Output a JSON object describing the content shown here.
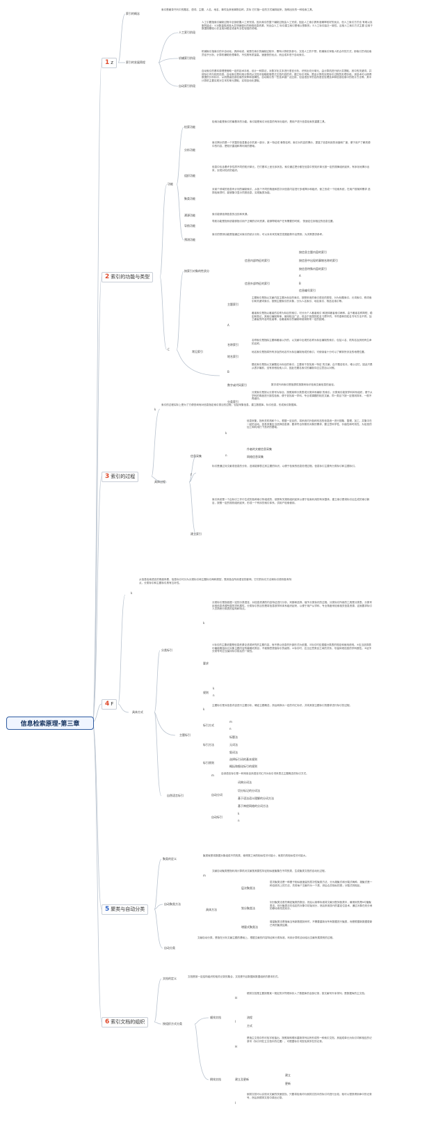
{
  "root": "信息检索原理-第三章",
  "topics": [
    {
      "num": "1",
      "label": "z"
    },
    {
      "num": "2",
      "label": "索引的功能与类型"
    },
    {
      "num": "3",
      "label": "索引的过程"
    },
    {
      "num": "4",
      "label": "F"
    },
    {
      "num": "5",
      "label": "聚类与自动分类"
    },
    {
      "num": "6",
      "label": "索引文档的组织"
    }
  ],
  "t1": {
    "concept": "索引的概念",
    "concept_text": "索引是著录书刊中的题名、语词、主题、人名、地名、事件及其他事物名称，并标 它们指一定的方式编排起来，指明出处的一种检索工具。",
    "history": "索引的发展简程",
    "manual": "人工索引阶段",
    "manual_text": "人工引题指索引编制过程中全部依靠人工来完成。因为索引的整个编制过程由人工完成，因此人工索引具有准确率较好的优点，但人工索引方式也 有难以克服的缺点：①对数量极其庞大并快速增长的网络信息资源，完全由人工 标引建立索引是难以想象的；②人工标引缺乏一致性，且相人工索引方式主要 应用于数据规模较小并且相对稳定或者专业性较强的领域。",
    "machine": "机辅索引阶段",
    "machine_text": "机辅索引指索引的半自动化。具体地说，就是在索引的编制过程中，需有计算机的参与。文档人工的干预，机辅索引采取人机合作的方式，即索引员向检索员给予分析，计算机辅助处理事务，不仅具有质量高，速度快的优点，而且成本低于自动索引。",
    "auto": "自动索引阶段",
    "auto_text": "自动索引的基本原理是借助一定的技术手段，设计一种算法，对数字化文本进行语言分析、识别出切分单元，由计算机进行统计并提取，其中的关键词，并将标引词与相关信息。自动索引是利用计算机从文档中抽取能够表达文档内容的词，建立标引词库，是由计算机实现标引过程的处理手段。该技术可以使得数据的分析标引，从而提高信息检索的效率和准确性。自动索引的一些技术被广泛应用，包括语言学的自然语言处理技术和信息检索中的统计方法等，其中计算机主要实现对文本的单元提取，实现自动化提取。"
  },
  "t2": {
    "func": "功能",
    "func_items": [
      {
        "label": "检索功能",
        "text": "检索功能是索引的最基本的功能。索引能是索引对信息的有序化组织，是用户进行信息检索的重要工具。"
      },
      {
        "label": "分析功能",
        "text": "索引揭示的是一个完整的信息集合中的某一部分，某一特征或 事物名称。索引对内容的揭示，提高了信息利用的深度和广度，便于用户了解资源中的内容，是知识重组和再利用的基础。"
      },
      {
        "label": "组织功能",
        "text": "信息中包含着许多性质不同的知识单元，它们基本上呈无序状态。索引通过把分散在信息中的知识单元按一定的规律组织起来，有序化地揭示出来，实现对知识的组织。"
      },
      {
        "label": "聚类功能",
        "text": "对某个领域的信息有计划的编制索引，从各个不同的角度和层次对信息内容进行多维揭示和组织，使之形成一个检索系统，在用户按某种需求 选择检索项时，能够集中显示同类信息，实现聚类功能。"
      },
      {
        "label": "溯源功能",
        "text": "索引能够追溯信息的出处和来源。"
      },
      {
        "label": "导航功能",
        "text": "导航功能是指系统能够指引用户正确的访问资源，能够帮助用户在有需要的时候， 快速定位到相应的信息位置。"
      },
      {
        "label": "预测功能",
        "text": "索引的预测功能是指通过对索引的统计分析，可以对未来的某些发展趋势作出预测，为决策提供参考。"
      }
    ],
    "type": "C",
    "by_obj": "按索引对象的性质分",
    "internal": "信息内部特征的索引",
    "internal_items": [
      "按信息主题内容的索引",
      "按信息中出现的事物名称的索引",
      "按信息特殊内容的索引"
    ],
    "external": "信息外部特征的索引",
    "external_items": [
      "A",
      "B",
      "信息编号索引"
    ],
    "common": "常见索引",
    "common_items": [
      {
        "label": "主题索引",
        "text": "主题索引是指以文献内容主题为标目的索引。按照采用的索引语言的类型，分为标题索引、元词索引、叙词索引和关键词索引。按照主题索引的对象，分为人名索引、地名索引、物品名索引等。"
      },
      {
        "label": "A",
        "text": "著者索引是指以著者的名称为标目的索引，可分为个人著者索引 和团体著者索引两种。由于著者名称简短、稳定和易记，其索引编制简单，使用相当广泛，但由于各国的姓名习惯不同，不同语种的姓名书写方法不同，加之著者的同名同姓者等，给著者索引的编制和使用带来一定的困难。"
      },
      {
        "label": "名称索引",
        "text": "名称索引是指除主题和著者以外的，以文献中出现的名称为标目编制的索引，包括人名、机构名及其他有生命的名称。"
      },
      {
        "label": "地名索引",
        "text": "地名索引是指将所有涉及的地名作为标目编制而成的索引，可使读者十分可以了解到所涉及的地理位置。"
      },
      {
        "label": "B",
        "text": "题名索引是指以文献题名为标目的索引，主要用于查找某一特定 的文献，由于题名较长，难以记忆，因此只是从表字最前，没有其他检索入口，因此在题名索引的编制中应注意加以对照。"
      },
      {
        "label": "数字或代码索引",
        "text": "数字或代码索引是指提供按数码标识检索文献信息的途径。"
      },
      {
        "label": "分类索引",
        "text": "分类索引是按以分类号为标目，按照某种分类表或分类体系编制 的索引。分类索引能按学科体系组织，便于从学科的角度进行族性检索，便于查找某一学科、专业或课题的相关文献。同一类目下按一定规则排序，一般不再细分。"
      }
    ]
  },
  "t3": {
    "k": "k",
    "k_text": "索引的过程实际上是为了方便查询而对信息指定索引类目的过程，包括采集信息，建立数据库，标引信息，形成索引数据库。",
    "procedure": "具体过程",
    "collect": "信息采集",
    "collect_k": "k",
    "collect_k_text": "信息采集，指有关机构和个人，根据一定目的，将系统内外各种形态的信息统一进行搜集、整理、加工，并集中在一起的活动，信息采集应当选择信息源，要求符合所服务对象的需求，要注意科学性、价值性和时效性，为信息的加工和利用打下良好的基础。",
    "collect_sub": [
      "作者的文献信息采集",
      "网络信息采集"
    ],
    "collect_n": "n",
    "F": "F",
    "F_text": "标引是通过对文献或信息的分析，选用能够表达其主题的标识，以便于检索的信息处理过程。信息标引主要有分类标引和主题标引。",
    "build": "建立索引",
    "build_text": "索引系统是一个由标引工作中生成的各种索引所组成的，依照有关规则组织起来以便于检索利用的有序整体。建立索引是将标引后生成的索引款目，按照一定的规则组织起来，形成一个有序的索引体系，供用户检索使用。"
  },
  "t4": {
    "k": "k",
    "k_text": "从信息检索语言的角度来看，信息标引可分为分类标引和主题标引两种类型，受其各自所用语言的影响，它们的标引方法和标引原则各有特点，分类标引和主题标引具有互补性。",
    "method": "具体方式",
    "cls": "分类标引",
    "cls_k": "k",
    "cls_k_text": "分类标引是指依据一定的分类语言，对信息资源的内容特征进行分析、判断和选择，赋予分类标识的过程。分类标引所用的工具是分类表，分类号反映信息资源所属的学科属性，分类标引的目的是将信息按学科体系组织起来，以便于用户从学科、专业角度来检索相关信息资源，这就要求标引人员熟悉分类表的结构和特点。",
    "req": "要求",
    "req_text": "①标引的主要依据是信息资源论述或研究的主题内容，而不是以信息的外部形式为依据。②标引时应遵循分类表的规定和使用说明。③应当选择表中最能概括标引对象主题内容的最确切类目，不能随意提高标引的级别。④标引时，应当注意类目之间的关系，尽量体现信息的学科属性。⑤给予分类号时应当保持标引前后的一致性。",
    "rule": "规则",
    "rule_items": [
      "k",
      "n"
    ],
    "subj": "主题标引",
    "subj_k": "k",
    "subj_k_text": "主题标引是对信息内容进行主题分析，确定主题概念，然后转换为一定的词汇标识，并将其按主题标引的要求进行标引的过程。",
    "subj_type": "标引方式",
    "subj_type_items": [
      "m",
      "n"
    ],
    "subj_method": "标引方法",
    "subj_method_items": [
      "标题法",
      "元词法",
      "叙词法"
    ],
    "subj_princ": "标引原则",
    "subj_princ_items": [
      "选择标引词的基本规则",
      "概括和细化标引的规则"
    ],
    "nat": "自然语言标引",
    "nat_m": "m",
    "nat_m_text": "自然语言标引是一种采用自然语言词汇作为标引词来表达主题概念的标引方式。",
    "auto_idx": "自动分词",
    "auto_idx_items": [
      "词典分词法",
      "切分标记的分词法",
      "基于语法语义理解的分词方法",
      "基于神经网络的分词方法"
    ],
    "auto_ext": "自动标引",
    "auto_ext_items": [
      "k",
      "n"
    ]
  },
  "t5": {
    "cluster_def": "聚类的定义",
    "cluster_def_text": "聚类就是将数据对象组成不同的类，使得类之间的相似性尽可能小，而类内的相似性尽可能大。",
    "auto_cls": "自动聚类方法",
    "auto_cls_m": "m",
    "auto_cls_m_text": "文献自动聚类是指利用计算机对文献按其属性特征相似度聚集在不同的类，生成聚类文档的自动化过程。",
    "methods": "具体方法",
    "methods_items": [
      {
        "label": "层次聚类法",
        "text": "层次聚类法是一种基于相似度度量的层次性聚类方法，分为凝聚式和分裂式两种，凝聚式是一种自底向上的方法，先将每个文献作为一个类，然后合并相似的类；分裂式则相反。"
      },
      {
        "label": "划分聚类法",
        "text": "划分聚类法首先确定聚类的数目，然后以某种标准将文献分配到各类中，最常用的是k均值聚类法。划分聚类法在给定的对象中初始划分，然后采用迭代的重定位技术，通过对象在划分间的移动来改进划分。"
      },
      {
        "label": "增量式聚类法",
        "text": "增量聚类法是指每当有新数据到来时，不需要重新对所有数据进行聚类，而是根据新数据更新已有的聚类结果。"
      }
    ],
    "auto_cat": "自动分类",
    "auto_cat_text": "文献自动分类，是指在分析文献主题的基础上，根据文献的内容特征和分类标准，利用计算机自动给出文献所属类别的过程。"
  },
  "t6": {
    "doc_def": "文档的定义",
    "doc_def_text": "文档是按一定结构组织的相关记录的集合，文档是书目数据库数据组织的基本形式。",
    "org": "按组织方式分类",
    "seq": "顺排文档",
    "seq_H": "H",
    "seq_H_text": "顺排文档是主要按照某一规定的字符顺序存入了数据库的全部记录，按文献号升序排列。是数据库的主文档。",
    "seq_I": "I",
    "seq_I_items": [
      "流程",
      "方式"
    ],
    "inv": "倒排文档",
    "inv_H": "H",
    "inv_H_text": "是指主文档中的可检字段抽出，按照某种顺序重新排列后所形成的一种索引文档，其组成单元为标引词和相应的记录号（标引词在主文档中的位置），可根据标引词查找其所在的记录。",
    "inv_build": "建立及更新",
    "inv_build_items": [
      "建立",
      "更新"
    ],
    "inv_I": "I",
    "inv_I_text": "倒排文档可以实现对文献的快速查找，只要将检索词与倒排文档中的标引词进行比较，就可以很快得到命中的记录号，然后到顺排文档中调出记录。"
  }
}
